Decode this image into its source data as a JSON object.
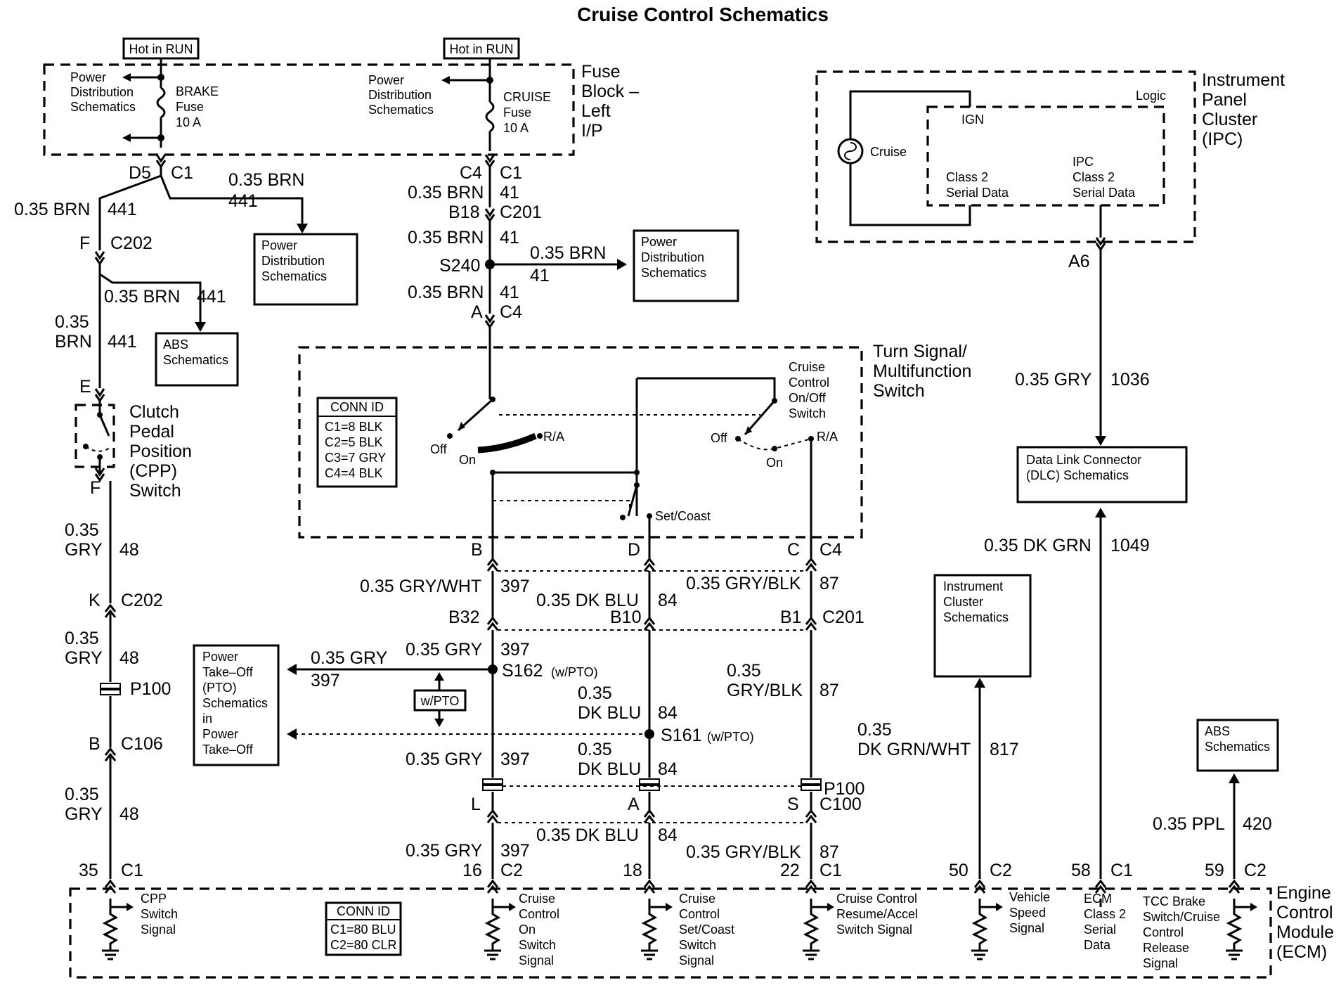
{
  "title": "Cruise Control Schematics",
  "hot_in_run": "Hot in RUN",
  "fuse_block": {
    "line1": "Fuse",
    "line2": "Block –",
    "line3": "Left",
    "line4": "I/P"
  },
  "pds_label": {
    "line1": "Power",
    "line2": "Distribution",
    "line3": "Schematics"
  },
  "brake_fuse": {
    "line1": "BRAKE",
    "line2": "Fuse",
    "line3": "10 A"
  },
  "cruise_fuse": {
    "line1": "CRUISE",
    "line2": "Fuse",
    "line3": "10 A"
  },
  "ipc": {
    "line1": "Instrument",
    "line2": "Panel",
    "line3": "Cluster",
    "line4": "(IPC)",
    "logic": "Logic",
    "ign": "IGN",
    "cruise": "Cruise",
    "class2_l1": "Class 2",
    "class2_l2": "Serial Data",
    "ipc_l1": "IPC",
    "ipc_l2": "Class 2",
    "ipc_l3": "Serial Data"
  },
  "connectors": {
    "d5": "D5",
    "c1": "C1",
    "c4": "C4",
    "c2": "C2",
    "b18": "B18",
    "c201": "C201",
    "f": "F",
    "c202": "C202",
    "s240": "S240",
    "a": "A",
    "e": "E",
    "k": "K",
    "p100": "P100",
    "b": "B",
    "c106": "C106",
    "a6": "A6",
    "d": "D",
    "c": "C",
    "b32": "B32",
    "b10": "B10",
    "b1": "B1",
    "s162": "S162",
    "s161": "S161",
    "wpto_small": "(w/PTO)",
    "l": "L",
    "s": "S",
    "c100": "C100",
    "p35": "35",
    "p16": "16",
    "p18": "18",
    "p22": "22",
    "p50": "50",
    "p58": "58",
    "p59": "59"
  },
  "wires": {
    "brn": "0.35 BRN",
    "n441": "441",
    "n41": "41",
    "v035": "0.35",
    "brn_only": "BRN",
    "gry_only": "GRY",
    "n48": "48",
    "gry": "0.35 GRY",
    "n1036": "1036",
    "dkgrn": "0.35 DK GRN",
    "n1049": "1049",
    "grywht": "0.35 GRY/WHT",
    "n397": "397",
    "dkblu": "0.35 DK BLU",
    "dkblu_only": "DK BLU",
    "n84": "84",
    "gryblk": "0.35 GRY/BLK",
    "gryblk_only": "GRY/BLK",
    "n87": "87",
    "dkgrnwht_only": "DK GRN/WHT",
    "n817": "817",
    "ppl": "0.35 PPL",
    "n420": "420"
  },
  "abs_box": {
    "line1": "ABS",
    "line2": "Schematics"
  },
  "cpp": {
    "line1": "Clutch",
    "line2": "Pedal",
    "line3": "Position",
    "line4": "(CPP)",
    "line5": "Switch"
  },
  "tsm": {
    "line1": "Turn Signal/",
    "line2": "Multifunction",
    "line3": "Switch",
    "off": "Off",
    "on": "On",
    "ra": "R/A",
    "set_coast": "Set/Coast",
    "cc1": "Cruise",
    "cc2": "Control",
    "cc3": "On/Off",
    "cc4": "Switch"
  },
  "conn_id_top": {
    "title": "CONN ID",
    "l1": "C1=8 BLK",
    "l2": "C2=5 BLK",
    "l3": "C3=7 GRY",
    "l4": "C4=4 BLK"
  },
  "dlc_box": {
    "line1": "Data Link Connector",
    "line2": "(DLC) Schematics"
  },
  "ic_box": {
    "line1": "Instrument",
    "line2": "Cluster",
    "line3": "Schematics"
  },
  "pto_box": {
    "l1": "Power",
    "l2": "Take–Off",
    "l3": "(PTO)",
    "l4": "Schematics",
    "l5": "in",
    "l6": "Power",
    "l7": "Take–Off"
  },
  "wpto": "w/PTO",
  "ecm": {
    "line1": "Engine",
    "line2": "Control",
    "line3": "Module",
    "line4": "(ECM)",
    "conn_title": "CONN ID",
    "conn_l1": "C1=80 BLU",
    "conn_l2": "C2=80 CLR",
    "cpp1": "CPP",
    "cpp2": "Switch",
    "cpp3": "Signal",
    "con1": "Cruise",
    "con2": "Control",
    "con3": "On",
    "con4": "Switch",
    "con5": "Signal",
    "set1": "Cruise",
    "set2": "Control",
    "set3": "Set/Coast",
    "set4": "Switch",
    "set5": "Signal",
    "res1": "Cruise Control",
    "res2": "Resume/Accel",
    "res3": "Switch Signal",
    "vss1": "Vehicle",
    "vss2": "Speed",
    "vss3": "Signal",
    "ecm1": "ECM",
    "ecm2": "Class 2",
    "ecm3": "Serial",
    "ecm4": "Data",
    "tcc1": "TCC Brake",
    "tcc2": "Switch/Cruise",
    "tcc3": "Control",
    "tcc4": "Release",
    "tcc5": "Signal"
  }
}
